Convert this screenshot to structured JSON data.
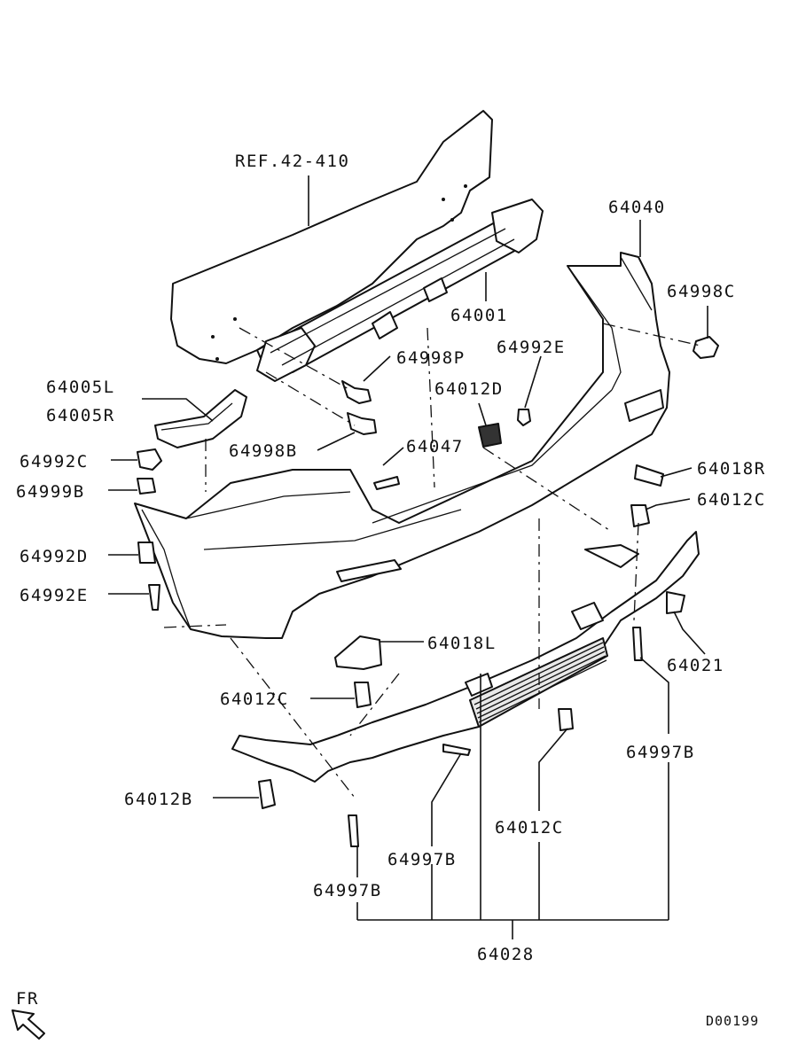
{
  "labels": {
    "ref": "REF.42-410",
    "p64040": "64040",
    "p64998C": "64998C",
    "p64001": "64001",
    "p64998P": "64998P",
    "p64992E_top": "64992E",
    "p64005L": "64005L",
    "p64005R": "64005R",
    "p64012D": "64012D",
    "p64998B": "64998B",
    "p64047": "64047",
    "p64992C": "64992C",
    "p64018R": "64018R",
    "p64999B": "64999B",
    "p64012C_right": "64012C",
    "p64992D": "64992D",
    "p64992E_left": "64992E",
    "p64018L": "64018L",
    "p64021": "64021",
    "p64012C_left": "64012C",
    "p64997B_right": "64997B",
    "p64012B": "64012B",
    "p64012C_bottom": "64012C",
    "p64997B_mid": "64997B",
    "p64997B_low": "64997B",
    "p64028": "64028",
    "fr": "FR",
    "code": "D00199"
  },
  "icons": {
    "front_arrow": "front-direction-arrow-icon"
  }
}
